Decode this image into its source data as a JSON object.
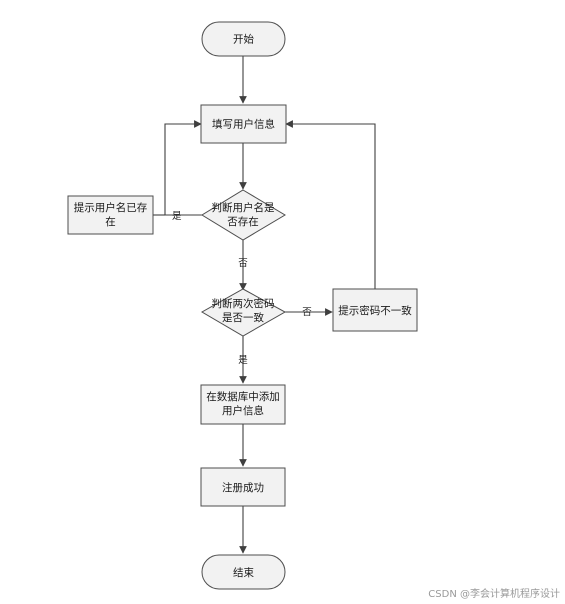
{
  "flowchart": {
    "start": "开始",
    "fill_info": "填写用户信息",
    "check_user": [
      "判断用户名是",
      "否存在"
    ],
    "user_exists_tip": [
      "提示用户名已存",
      "在"
    ],
    "check_pwd": [
      "判断两次密码",
      "是否一致"
    ],
    "pwd_mismatch_tip": "提示密码不一致",
    "add_db": [
      "在数据库中添加",
      "用户信息"
    ],
    "success": "注册成功",
    "end": "结束"
  },
  "edge_labels": {
    "yes_exists": "是",
    "no_exists": "否",
    "no_match": "否",
    "yes_match": "是"
  },
  "watermark": "CSDN @李会计算机程序设计",
  "colors": {
    "node_fill": "#f2f2f2",
    "node_stroke": "#4d4d4d",
    "line": "#3f3f3f",
    "text": "#1a1a1a",
    "watermark": "#9a9a9a"
  }
}
